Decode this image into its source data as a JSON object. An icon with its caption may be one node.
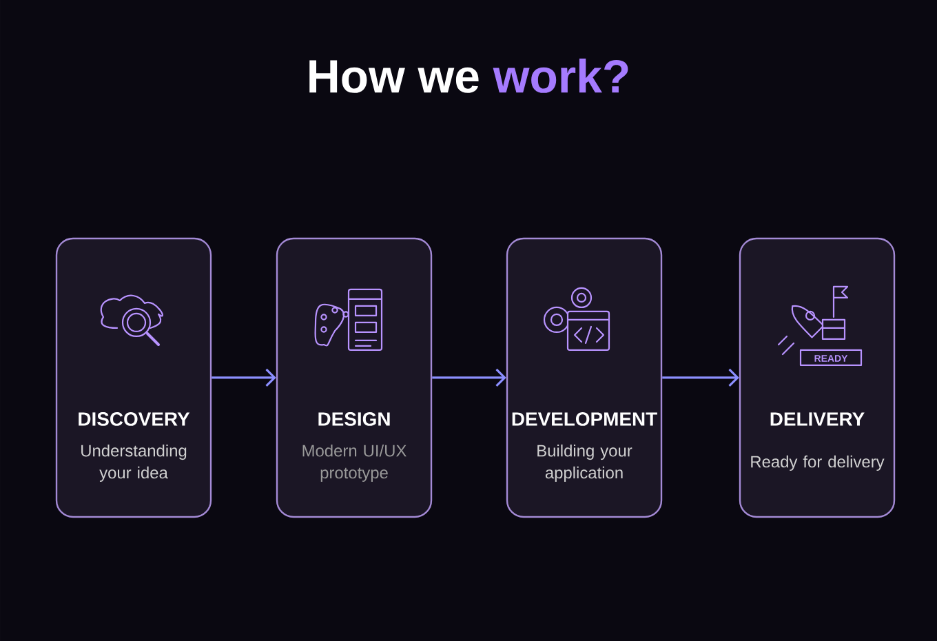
{
  "diagram": {
    "title": "How we **work?**",
    "nodes": [
      {
        "text": [
          "DISCOVERY",
          "Understanding your idea"
        ]
      },
      {
        "text": [
          "DESIGN",
          "Modern UI/UX prototype"
        ]
      },
      {
        "text": [
          "DEVELOPMENT",
          "Building your application"
        ]
      },
      {
        "text": [
          "DELIVERY",
          "Ready for delivery"
        ]
      }
    ],
    "edges": [
      {
        "from": 0,
        "to": 1,
        "arrow": "to"
      },
      {
        "from": 1,
        "to": 2,
        "arrow": "to"
      },
      {
        "from": 2,
        "to": 3,
        "arrow": "to"
      }
    ],
    "labels": [
      "READY"
    ]
  }
}
